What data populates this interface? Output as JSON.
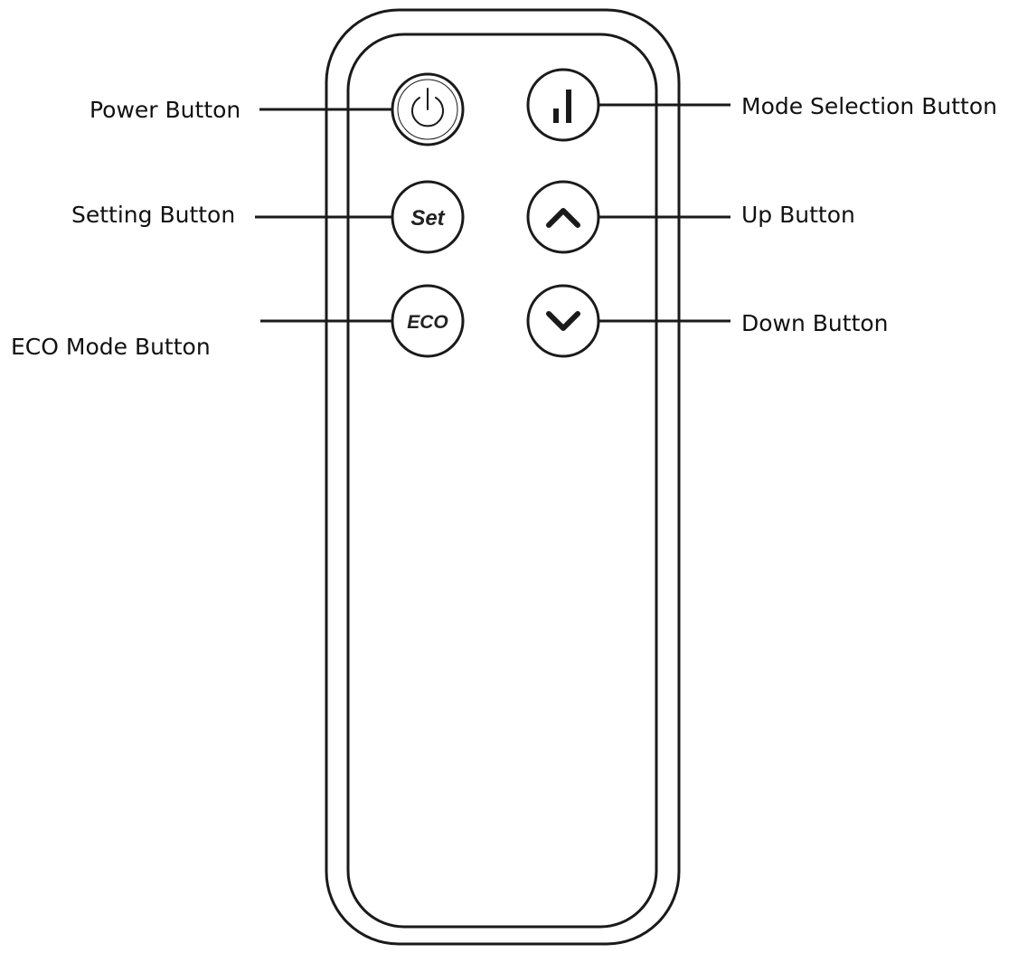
{
  "labels": {
    "power": "Power Button",
    "setting": "Setting Button",
    "eco": "ECO Mode Button",
    "mode": "Mode Selection Button",
    "up": "Up Button",
    "down": "Down Button"
  },
  "buttons": {
    "set_text": "Set",
    "eco_text": "ECO"
  },
  "icons": {
    "power": "power-icon",
    "mode": "signal-bars-icon",
    "up": "chevron-up-icon",
    "down": "chevron-down-icon"
  },
  "colors": {
    "outline": "#1a1a1a",
    "label_text": "#111111"
  }
}
